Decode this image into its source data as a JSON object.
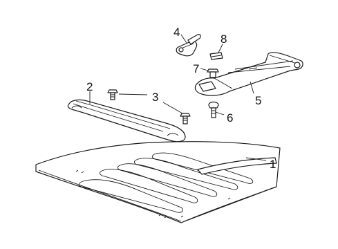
{
  "diagram": {
    "callouts": [
      {
        "id": "1",
        "label": "1"
      },
      {
        "id": "2",
        "label": "2"
      },
      {
        "id": "3",
        "label": "3"
      },
      {
        "id": "4",
        "label": "4"
      },
      {
        "id": "5",
        "label": "5"
      },
      {
        "id": "6",
        "label": "6"
      },
      {
        "id": "7",
        "label": "7"
      },
      {
        "id": "8",
        "label": "8"
      }
    ],
    "colors": {
      "line": "#1a1a1a",
      "fill": "#ffffff",
      "background": "#ffffff"
    }
  }
}
